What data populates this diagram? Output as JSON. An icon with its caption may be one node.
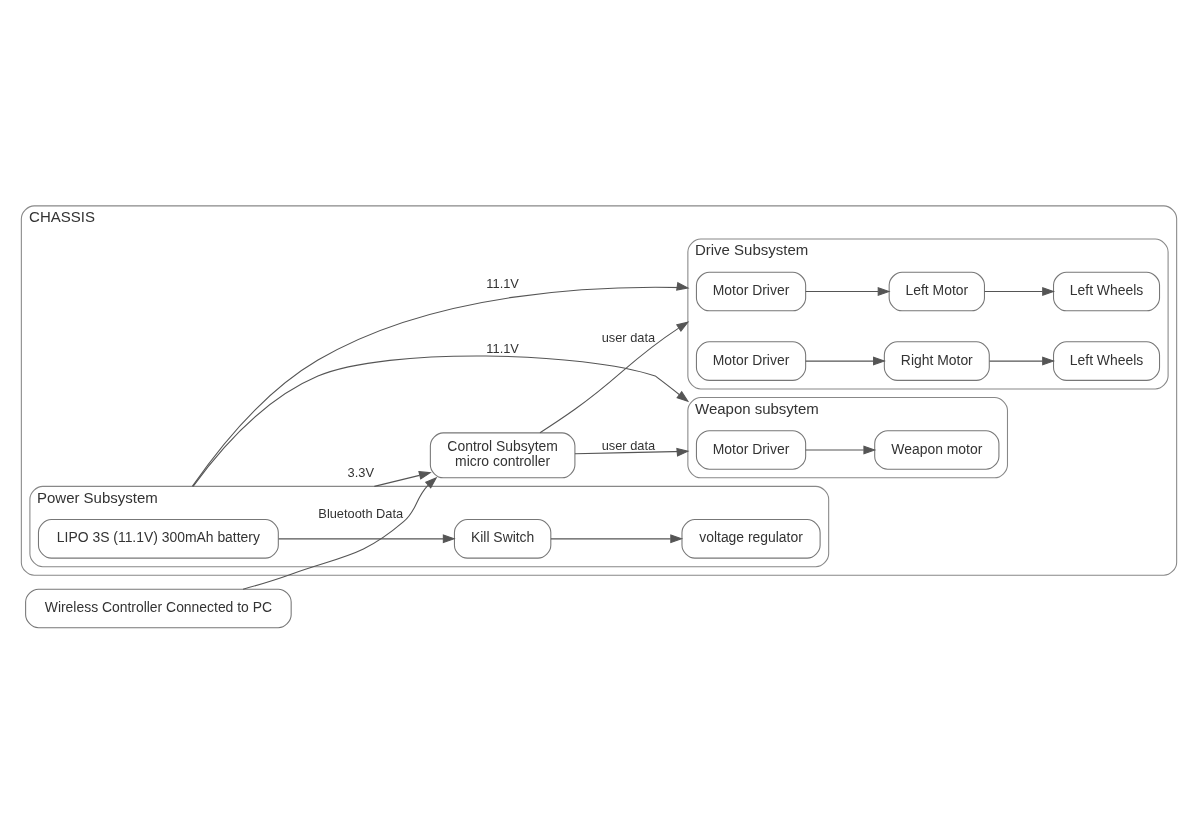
{
  "diagram": {
    "nodes": [
      {
        "text": [
          "CHASSIS"
        ]
      },
      {
        "text": [
          "Weapon subsytem"
        ],
        "in": 0
      },
      {
        "text": [
          "Motor Driver"
        ],
        "in": 1
      },
      {
        "text": [
          "Weapon motor"
        ],
        "in": 1
      },
      {
        "text": [
          "Drive Subsystem"
        ],
        "in": 0
      },
      {
        "text": [
          "Motor Driver"
        ],
        "in": 4
      },
      {
        "text": [
          "Left Motor"
        ],
        "in": 4
      },
      {
        "text": [
          "Left Wheels"
        ],
        "in": 4
      },
      {
        "text": [
          "Motor Driver"
        ],
        "in": 4
      },
      {
        "text": [
          "Right Motor"
        ],
        "in": 4
      },
      {
        "text": [
          "Left Wheels"
        ],
        "in": 4
      },
      {
        "text": [
          "Power Subsystem"
        ],
        "in": 0
      },
      {
        "text": [
          "LIPO 3S (11.1V) 300mAh battery"
        ],
        "in": 11
      },
      {
        "text": [
          "Kill Switch"
        ],
        "in": 11
      },
      {
        "text": [
          "voltage regulator"
        ],
        "in": 11
      },
      {
        "text": [
          "Control Subsytem",
          "micro controller"
        ],
        "in": 0
      },
      {
        "text": [
          "Wireless Controller Connected to PC"
        ]
      }
    ],
    "edges": [
      {
        "from": 2,
        "to": 3,
        "arrow": "to"
      },
      {
        "from": 5,
        "to": 6,
        "arrow": "to"
      },
      {
        "from": 6,
        "to": 7,
        "arrow": "to"
      },
      {
        "from": 8,
        "to": 9,
        "arrow": "to"
      },
      {
        "from": 9,
        "to": 10,
        "arrow": "to"
      },
      {
        "from": 12,
        "to": 13,
        "arrow": "to"
      },
      {
        "from": 13,
        "to": 14,
        "arrow": "to"
      },
      {
        "from": 11,
        "to": 1,
        "arrow": "to",
        "label": "11.1V"
      },
      {
        "from": 11,
        "to": 4,
        "arrow": "to",
        "label": "11.1V"
      },
      {
        "from": 11,
        "to": 15,
        "arrow": "to",
        "label": "3.3V"
      },
      {
        "from": 15,
        "to": 1,
        "arrow": "to",
        "label": "user data"
      },
      {
        "from": 15,
        "to": 4,
        "arrow": "to",
        "label": "user data"
      },
      {
        "from": 16,
        "to": 15,
        "arrow": "to",
        "label": "Bluetooth Data"
      }
    ]
  }
}
